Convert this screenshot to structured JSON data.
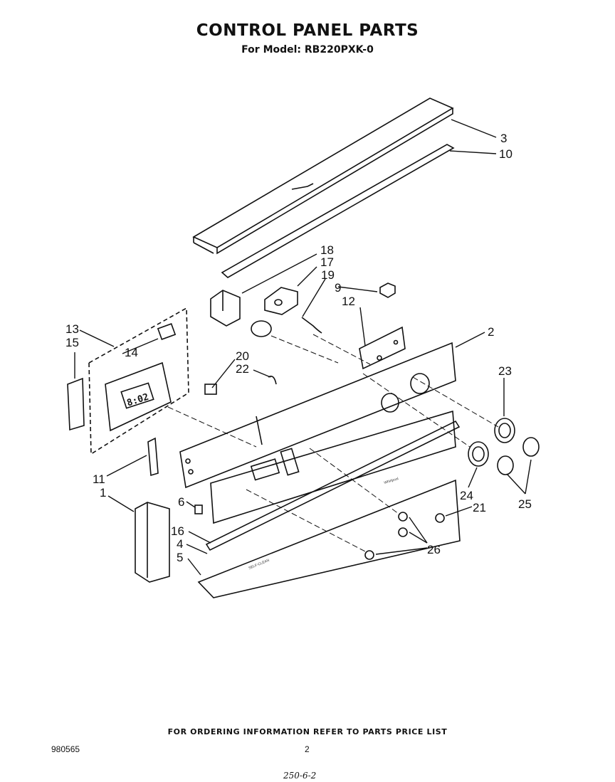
{
  "header": {
    "title": "CONTROL PANEL PARTS",
    "subtitle": "For Model: RB220PXK-0"
  },
  "diagram": {
    "display_readout": "8:02",
    "panel_text_1": "Whirlpool",
    "panel_text_2": "SELF-CLEAN",
    "callouts": [
      "1",
      "2",
      "3",
      "4",
      "5",
      "6",
      "9",
      "10",
      "11",
      "12",
      "13",
      "14",
      "15",
      "16",
      "17",
      "18",
      "19",
      "20",
      "21",
      "22",
      "23",
      "24",
      "25",
      "26"
    ]
  },
  "footer": {
    "ordering_note": "FOR ORDERING INFORMATION REFER TO PARTS PRICE LIST",
    "document_number": "980565",
    "page_number": "2",
    "handwritten_note": "250-6-2"
  }
}
